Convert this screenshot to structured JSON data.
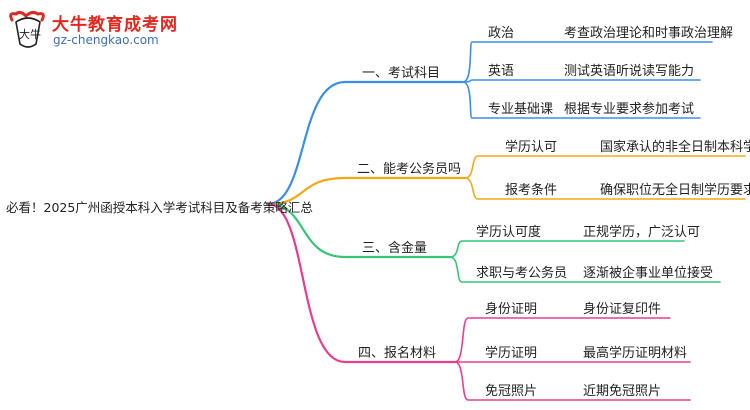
{
  "logo": {
    "title": "大牛教育成考网",
    "url": "gz-chengkao.com",
    "mascot_text": "大牛"
  },
  "root": "必看！2025广州函授本科入学考试科目及备考策略汇总",
  "colors": {
    "branch1": "#3b8fe6",
    "branch2": "#f2a916",
    "branch3": "#37c678",
    "branch4": "#ea3d8c",
    "logo_red": "#e0281f",
    "logo_blue": "#3f6fb5"
  },
  "branches": [
    {
      "label": "一、考试科目",
      "items": [
        {
          "key": "政治",
          "value": "考查政治理论和时事政治理解"
        },
        {
          "key": "英语",
          "value": "测试英语听说读写能力"
        },
        {
          "key": "专业基础课",
          "value": "根据专业要求参加考试"
        }
      ]
    },
    {
      "label": "二、能考公务员吗",
      "items": [
        {
          "key": "学历认可",
          "value": "国家承认的非全日制本科学历"
        },
        {
          "key": "报考条件",
          "value": "确保职位无全日制学历要求"
        }
      ]
    },
    {
      "label": "三、含金量",
      "items": [
        {
          "key": "学历认可度",
          "value": "正规学历，广泛认可"
        },
        {
          "key": "求职与考公务员",
          "value": "逐渐被企事业单位接受"
        }
      ]
    },
    {
      "label": "四、报名材料",
      "items": [
        {
          "key": "身份证明",
          "value": "身份证复印件"
        },
        {
          "key": "学历证明",
          "value": "最高学历证明材料"
        },
        {
          "key": "免冠照片",
          "value": "近期免冠照片"
        }
      ]
    }
  ]
}
